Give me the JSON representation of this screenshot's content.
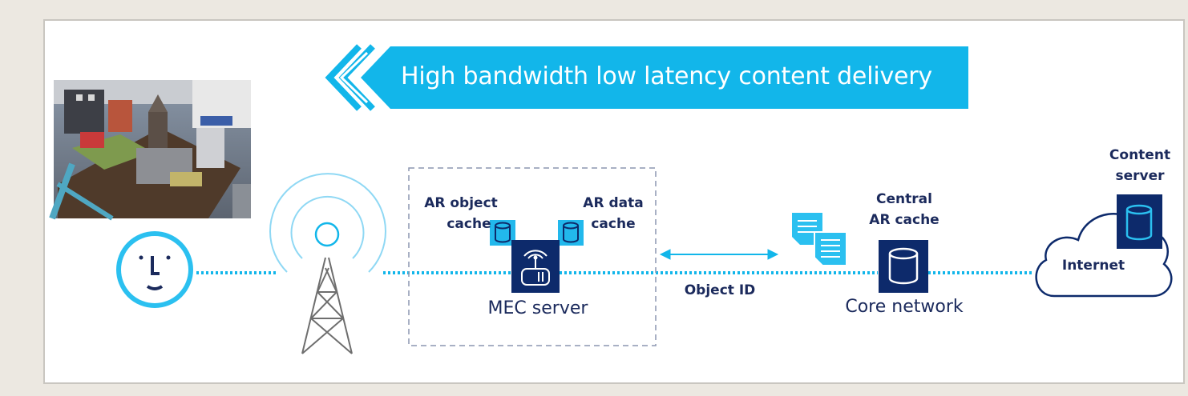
{
  "banner": {
    "text": "High bandwidth low latency content delivery"
  },
  "mec": {
    "ar_object_cache": [
      "AR object",
      "cache"
    ],
    "ar_data_cache": [
      "AR data",
      "cache"
    ],
    "server_label": "MEC server"
  },
  "link": {
    "object_id": "Object ID"
  },
  "core": {
    "central_cache": [
      "Central",
      "AR cache"
    ],
    "label": "Core network"
  },
  "internet": {
    "label": "Internet",
    "content_server": [
      "Content",
      "server"
    ]
  },
  "colors": {
    "accent_cyan": "#12b6ea",
    "navy": "#0d2a6b",
    "text_navy": "#1b2a5c",
    "light_blue": "#33bff0"
  },
  "icons": [
    "photo-ar-city-model",
    "face-icon",
    "cell-tower-icon",
    "database-icon",
    "router-icon",
    "document-icon",
    "cloud-icon"
  ]
}
